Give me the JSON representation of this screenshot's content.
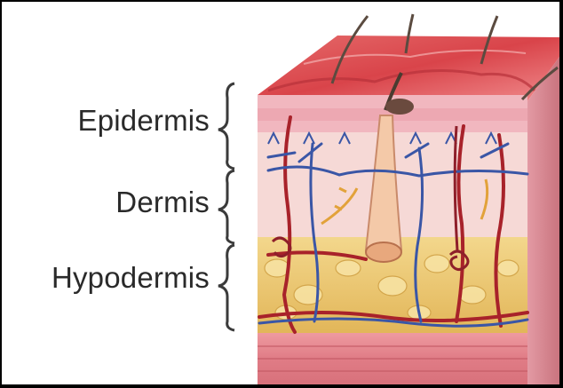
{
  "layers": [
    {
      "id": "epidermis",
      "label": "Epidermis"
    },
    {
      "id": "dermis",
      "label": "Dermis"
    },
    {
      "id": "hypodermis",
      "label": "Hypodermis"
    }
  ],
  "colors": {
    "epidermis": "#f1b7bf",
    "dermis": "#f6d9d6",
    "hypodermis": "#e9c56a",
    "muscle": "#e88a93",
    "surface": "#d9444a",
    "vessel_red": "#a8222a",
    "vessel_blue": "#3a56a6"
  }
}
